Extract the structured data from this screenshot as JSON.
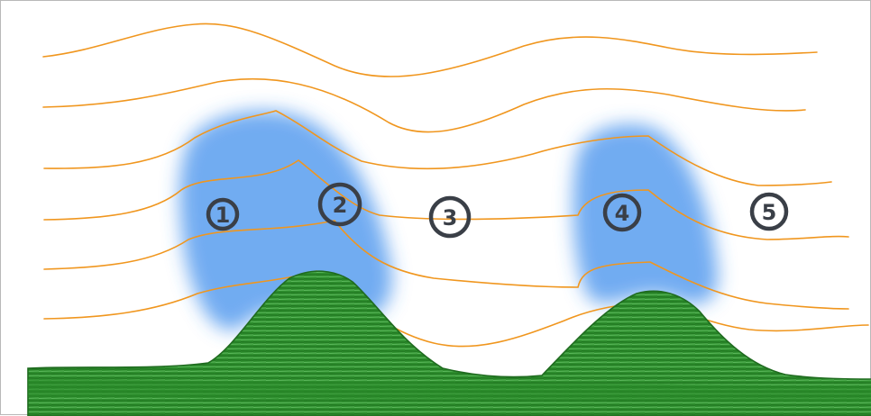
{
  "colors": {
    "streamline": "#f0961e",
    "cloud": "#3c8ceb",
    "hill": "#2a8a2a",
    "hill_outline": "#1f6b1f",
    "marker": "#3a3f47",
    "frame": "#b8b8b8",
    "background": "#ffffff"
  },
  "markers": [
    {
      "label": "1"
    },
    {
      "label": "2"
    },
    {
      "label": "3"
    },
    {
      "label": "4"
    },
    {
      "label": "5"
    }
  ]
}
